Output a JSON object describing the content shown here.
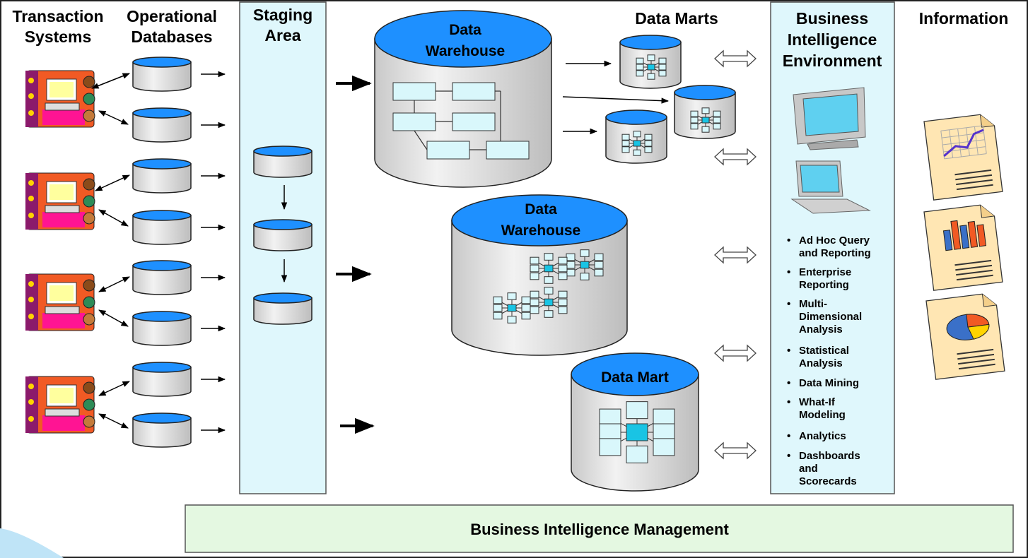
{
  "headers": {
    "transaction_systems": [
      "Transaction",
      "Systems"
    ],
    "operational_databases": [
      "Operational",
      "Databases"
    ],
    "staging_area": [
      "Staging",
      "Area"
    ],
    "data_marts": "Data Marts",
    "bi_environment": [
      "Business",
      "Intelligence",
      "Environment"
    ],
    "information": "Information"
  },
  "cylinders": {
    "warehouse_top": [
      "Data",
      "Warehouse"
    ],
    "warehouse_middle": [
      "Data",
      "Warehouse"
    ],
    "data_mart": "Data Mart"
  },
  "bi_items": [
    [
      "Ad Hoc Query",
      "and Reporting"
    ],
    [
      "Enterprise",
      "Reporting"
    ],
    [
      "Multi-",
      "Dimensional",
      "Analysis"
    ],
    [
      "Statistical",
      "Analysis"
    ],
    [
      "Data Mining"
    ],
    [
      "What-If",
      "Modeling"
    ],
    [
      "Analytics"
    ],
    [
      "Dashboards",
      "and",
      "Scorecards"
    ]
  ],
  "bullet": "•",
  "management": "Business Intelligence Management",
  "icons": {
    "transaction_system": "computer-terminal-icon",
    "database": "database-cylinder-icon",
    "monitor": "crt-monitor-icon",
    "laptop": "laptop-icon",
    "report_line": "line-chart-report-icon",
    "report_bar": "bar-chart-report-icon",
    "report_pie": "pie-chart-report-icon"
  },
  "colors": {
    "panel_fill": "#dff7fc",
    "db_top": "#1e90ff",
    "mgmt_fill": "#e4f8e1",
    "node_fill": "#d9f7fb",
    "node_hub": "#19c4e4"
  }
}
